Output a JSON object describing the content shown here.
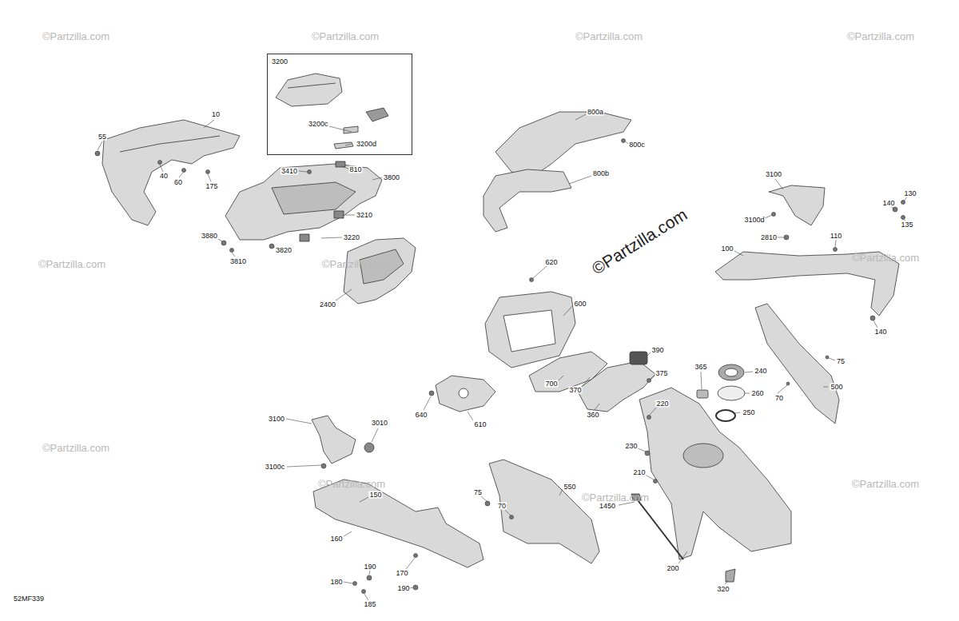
{
  "diagram": {
    "nodes": [
      {
        "text": [
          "3200",
          "3200c",
          "3200d"
        ]
      }
    ],
    "labels": [
      "10",
      "55",
      "40",
      "60",
      "175",
      "3410",
      "810",
      "3800",
      "3210",
      "3880",
      "3810",
      "3820",
      "3220",
      "2400",
      "800a",
      "800c",
      "800b",
      "3100",
      "130",
      "140",
      "135",
      "3100d",
      "2810",
      "110",
      "100",
      "140",
      "620",
      "600",
      "390",
      "365",
      "240",
      "375",
      "700",
      "370",
      "260",
      "75",
      "70",
      "500",
      "250",
      "640",
      "610",
      "360",
      "220",
      "3100",
      "3010",
      "230",
      "210",
      "3100c",
      "150",
      "75",
      "70",
      "550",
      "1450",
      "160",
      "170",
      "190",
      "190",
      "180",
      "185",
      "200",
      "320",
      "©Partzilla.com",
      "©Partzilla.com",
      "©Partzilla.com",
      "©Partzilla.com",
      "©Partzilla.com",
      "©Partzilla.com",
      "©Partzilla.com",
      "©Partzilla.com",
      "©Partzilla.com",
      "©Partzilla.com",
      "©Partzilla.com",
      "©Partzilla.com",
      "52MF339"
    ]
  }
}
